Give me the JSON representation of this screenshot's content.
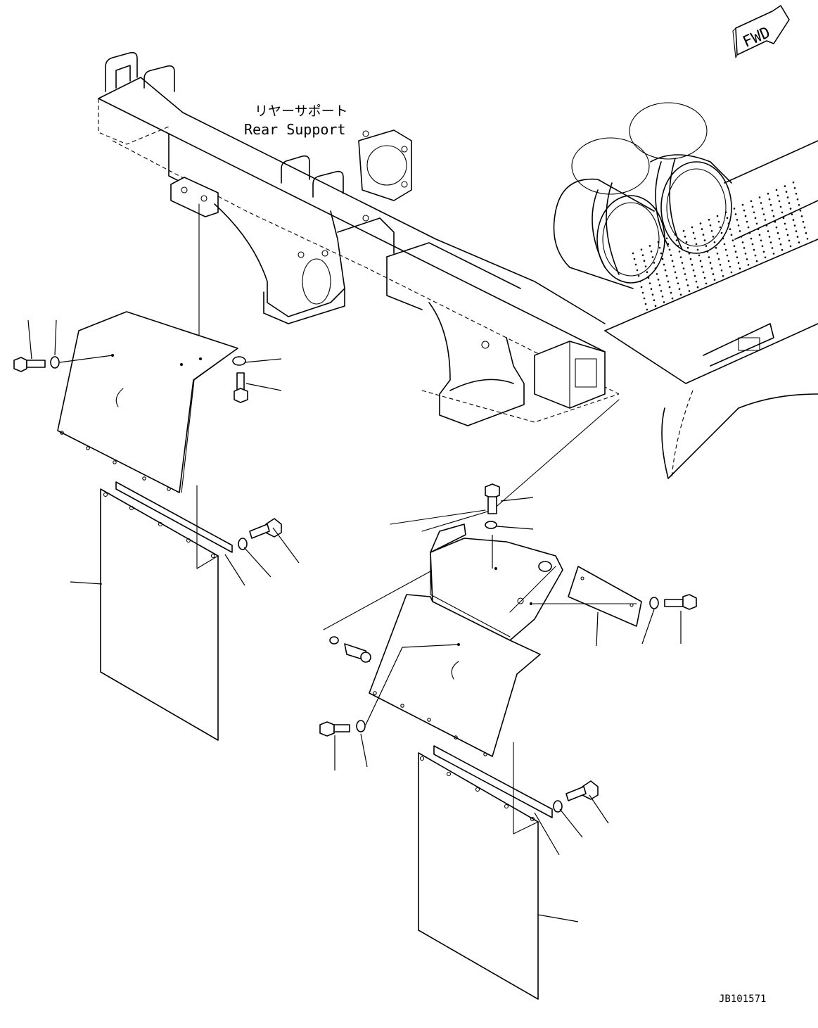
{
  "labels": {
    "rear_support_jp": "リヤーサポート",
    "rear_support_en": "Rear Support",
    "fwd": "FWD",
    "drawing_no": "JB101571"
  },
  "icons": {
    "direction_arrow": "fwd-arrow-icon"
  }
}
